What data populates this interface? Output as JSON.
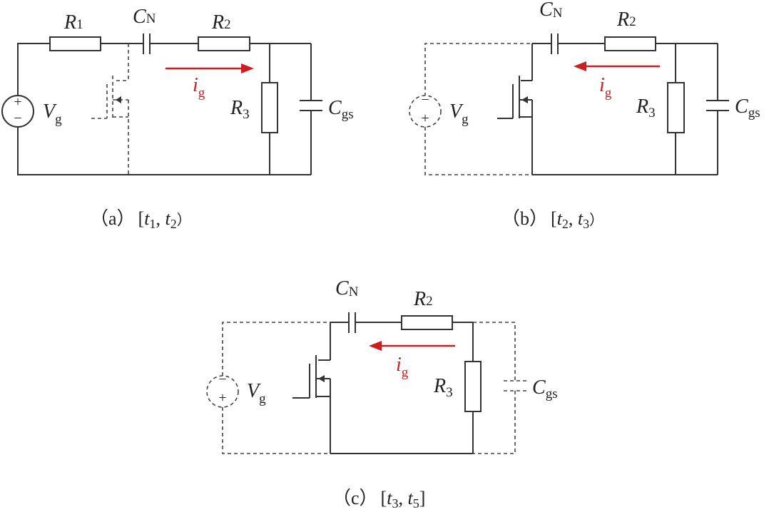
{
  "colors": {
    "wire": "#333333",
    "current_arrow": "#cc1e1e"
  },
  "panels": [
    {
      "id": "a",
      "caption": {
        "open": "（a）",
        "interval": "[t1, t2）"
      },
      "labels": {
        "R1": "R1",
        "CN": "CN",
        "R2": "R2",
        "R3": "R3",
        "Cgs": "Cgs",
        "Vg": "Vg",
        "ig": "ig"
      },
      "source_polarity_top": "+",
      "source_polarity_bottom": "−",
      "current_direction": "right"
    },
    {
      "id": "b",
      "caption": {
        "open": "（b）",
        "interval": "[t2, t3）"
      },
      "labels": {
        "CN": "CN",
        "R2": "R2",
        "R3": "R3",
        "Cgs": "Cgs",
        "Vg": "Vg",
        "ig": "ig"
      },
      "source_polarity_top": "−",
      "source_polarity_bottom": "+",
      "current_direction": "left"
    },
    {
      "id": "c",
      "caption": {
        "open": "（c）",
        "interval": "[t3, t5]"
      },
      "labels": {
        "CN": "CN",
        "R2": "R2",
        "R3": "R3",
        "Cgs": "Cgs",
        "Vg": "Vg",
        "ig": "ig"
      },
      "source_polarity_top": "−",
      "source_polarity_bottom": "+",
      "current_direction": "left"
    }
  ],
  "text": {
    "R": "R",
    "C": "C",
    "V": "V",
    "i": "i",
    "t": "t",
    "sub_1": "1",
    "sub_2": "2",
    "sub_3": "3",
    "sub_5": "5",
    "sub_N": "N",
    "sub_g": "g",
    "sub_gs": "gs",
    "plus": "+",
    "minus": "−",
    "cap_a": "（a）",
    "cap_b": "（b）",
    "cap_c": "（c）",
    "bracket_open": "[",
    "bracket_close": "]",
    "comma": ", ",
    "paren_close": "）"
  }
}
